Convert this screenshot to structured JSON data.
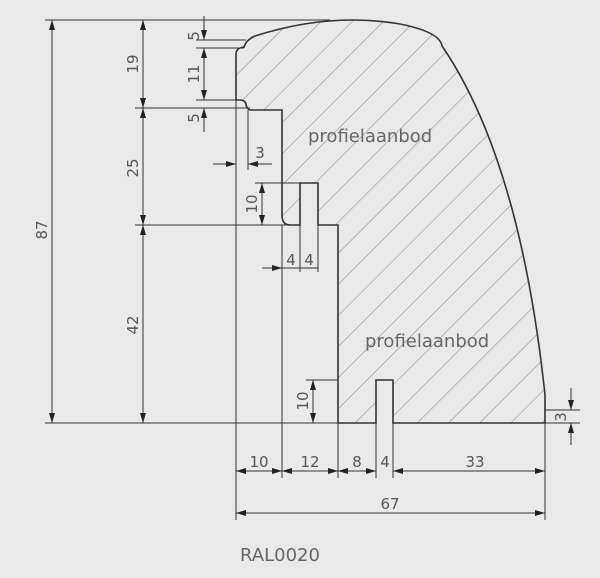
{
  "watermarks": [
    "profielaanbod",
    "profielaanbod"
  ],
  "caption": "RAL0020",
  "dimensions": {
    "total_height": "87",
    "h_top": "19",
    "h_mid": "25",
    "h_bottom": "42",
    "lip_top": "5",
    "lip_face": "11",
    "lip_bottom": "5",
    "step_depth": "3",
    "tenon_height": "10",
    "tenon_gap": "4",
    "tenon_width": "4",
    "groove_height": "10",
    "right_edge": "3",
    "w_a": "10",
    "w_b": "12",
    "w_c": "8",
    "w_d": "4",
    "w_e": "33",
    "total_width": "67"
  }
}
